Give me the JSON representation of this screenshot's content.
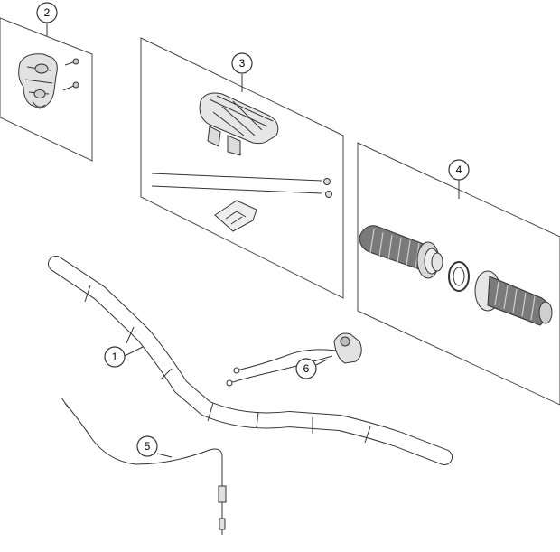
{
  "callouts": [
    {
      "id": "callout-1",
      "label": "1"
    },
    {
      "id": "callout-2",
      "label": "2"
    },
    {
      "id": "callout-3",
      "label": "3"
    },
    {
      "id": "callout-4",
      "label": "4"
    },
    {
      "id": "callout-5",
      "label": "5"
    },
    {
      "id": "callout-6",
      "label": "6"
    }
  ],
  "parts": [
    {
      "callout": "1",
      "icon": "handlebar-icon"
    },
    {
      "callout": "2",
      "icon": "handlebar-clamp-icon"
    },
    {
      "callout": "3",
      "icon": "handlebar-pad-icon"
    },
    {
      "callout": "4",
      "icon": "grip-set-icon"
    },
    {
      "callout": "5",
      "icon": "cable-icon"
    },
    {
      "callout": "6",
      "icon": "switch-icon"
    }
  ],
  "colors": {
    "line": "#333333",
    "part_fill": "#e0e0e0",
    "grip_fill": "#7a7a7a",
    "background": "#ffffff"
  }
}
